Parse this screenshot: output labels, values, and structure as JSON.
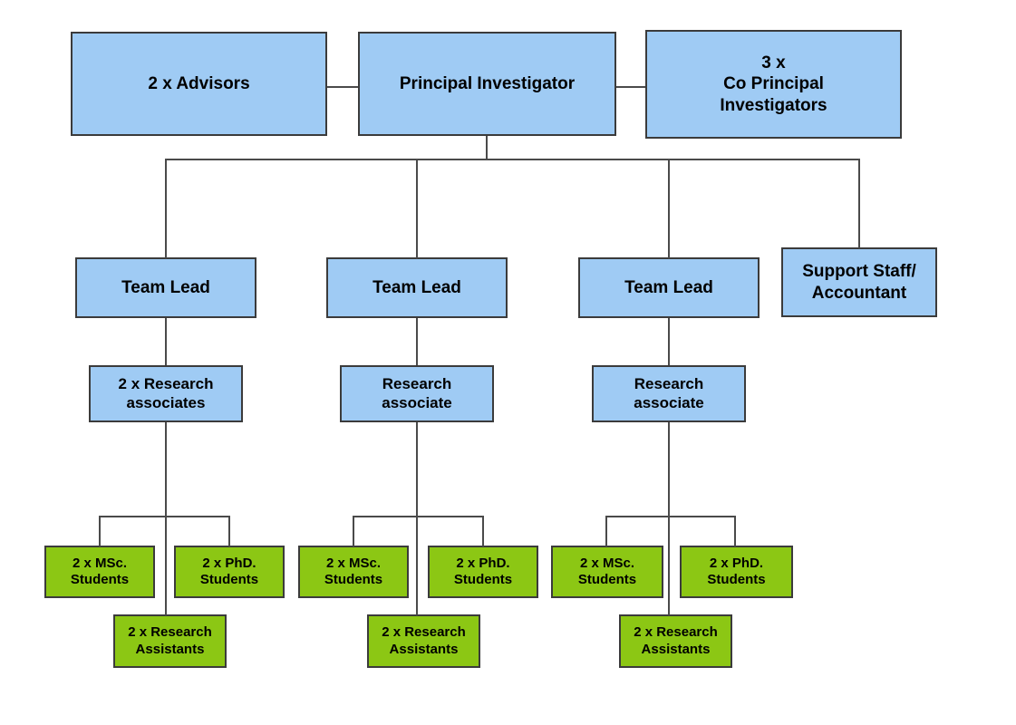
{
  "colors": {
    "box_blue": "#9FCBF4",
    "box_green": "#8CC714",
    "border": "#3B3B3B",
    "line": "#4A4A4A",
    "text": "#000000",
    "background": "#FFFFFF"
  },
  "nodes": {
    "advisors": {
      "label": "2 x Advisors"
    },
    "principal_investigator": {
      "label": "Principal Investigator"
    },
    "co_principal_investigators": {
      "label": "3 x\nCo Principal\nInvestigators"
    },
    "team_lead_1": {
      "label": "Team Lead"
    },
    "team_lead_2": {
      "label": "Team Lead"
    },
    "team_lead_3": {
      "label": "Team Lead"
    },
    "support_staff": {
      "label": "Support Staff/\nAccountant"
    },
    "research_associates_1": {
      "label": "2 x Research\nassociates"
    },
    "research_associate_2": {
      "label": "Research\nassociate"
    },
    "research_associate_3": {
      "label": "Research\nassociate"
    },
    "msc_students_1": {
      "label": "2 x MSc.\nStudents"
    },
    "phd_students_1": {
      "label": "2 x PhD.\nStudents"
    },
    "research_assistants_1": {
      "label": "2 x Research\nAssistants"
    },
    "msc_students_2": {
      "label": "2 x MSc.\nStudents"
    },
    "phd_students_2": {
      "label": "2 x PhD.\nStudents"
    },
    "research_assistants_2": {
      "label": "2 x Research\nAssistants"
    },
    "msc_students_3": {
      "label": "2 x MSc.\nStudents"
    },
    "phd_students_3": {
      "label": "2 x PhD.\nStudents"
    },
    "research_assistants_3": {
      "label": "2 x Research\nAssistants"
    }
  },
  "edges": {
    "lateral": [
      [
        "advisors",
        "principal_investigator"
      ],
      [
        "principal_investigator",
        "co_principal_investigators"
      ]
    ],
    "reports": [
      [
        "principal_investigator",
        "team_lead_1"
      ],
      [
        "principal_investigator",
        "team_lead_2"
      ],
      [
        "principal_investigator",
        "team_lead_3"
      ],
      [
        "principal_investigator",
        "support_staff"
      ],
      [
        "team_lead_1",
        "research_associates_1"
      ],
      [
        "team_lead_2",
        "research_associate_2"
      ],
      [
        "team_lead_3",
        "research_associate_3"
      ],
      [
        "research_associates_1",
        "msc_students_1"
      ],
      [
        "research_associates_1",
        "phd_students_1"
      ],
      [
        "research_associates_1",
        "research_assistants_1"
      ],
      [
        "research_associate_2",
        "msc_students_2"
      ],
      [
        "research_associate_2",
        "phd_students_2"
      ],
      [
        "research_associate_2",
        "research_assistants_2"
      ],
      [
        "research_associate_3",
        "msc_students_3"
      ],
      [
        "research_associate_3",
        "phd_students_3"
      ],
      [
        "research_associate_3",
        "research_assistants_3"
      ]
    ]
  }
}
